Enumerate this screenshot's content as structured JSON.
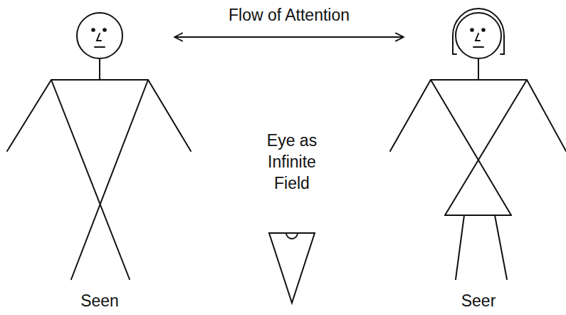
{
  "diagram": {
    "nodes": [
      {
        "text": [
          "Seen"
        ]
      },
      {
        "text": [
          "Eye as Infinite Field"
        ]
      },
      {
        "text": [
          "Seer"
        ]
      }
    ],
    "edges": [
      {
        "from": 0,
        "to": 2,
        "arrow": "both",
        "label": "Flow of Attention"
      }
    ]
  }
}
